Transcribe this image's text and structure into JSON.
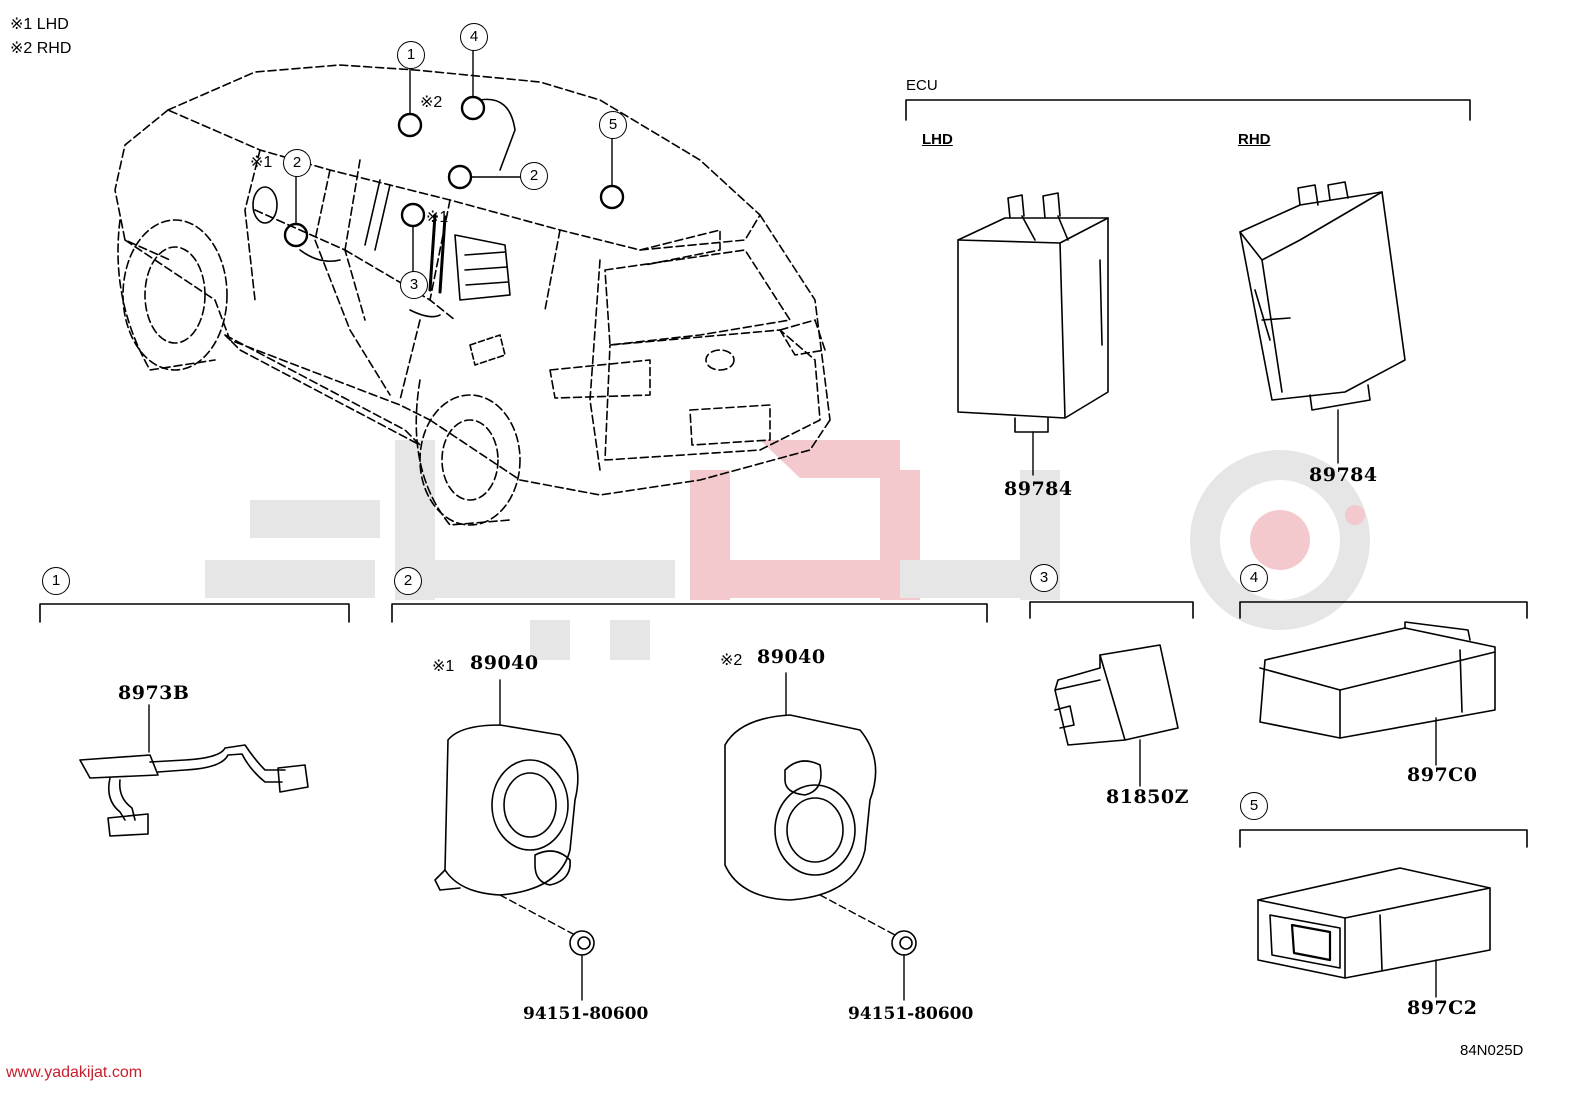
{
  "notes": {
    "n1": "※1 LHD",
    "n2": "※2 RHD"
  },
  "car_callouts": {
    "c1": "1",
    "c4": "4",
    "c5": "5",
    "c2a": "2",
    "c2b": "2",
    "c3": "3",
    "mark2": "※2",
    "mark1a": "※1",
    "mark1b": "※1"
  },
  "ecu": {
    "title": "ECU",
    "lhd_label": "LHD",
    "rhd_label": "RHD",
    "lhd_part": "89784",
    "rhd_part": "89784"
  },
  "group1": {
    "num": "1",
    "part": "8973B"
  },
  "group2": {
    "num": "2",
    "left_note": "※1",
    "left_part": "89040",
    "right_note": "※2",
    "right_part": "89040",
    "left_clip": "94151-80600",
    "right_clip": "94151-80600"
  },
  "group3": {
    "num": "3",
    "part": "81850Z"
  },
  "group4": {
    "num": "4",
    "part": "897C0"
  },
  "group5": {
    "num": "5",
    "part": "897C2"
  },
  "footer": {
    "website": "www.yadakijat.com",
    "diagram_code": "84N025D"
  },
  "colors": {
    "line": "#000000",
    "watermark_gray": "#e6e6e6",
    "watermark_red": "#f4c9cd",
    "website_red": "#c81e2c"
  }
}
